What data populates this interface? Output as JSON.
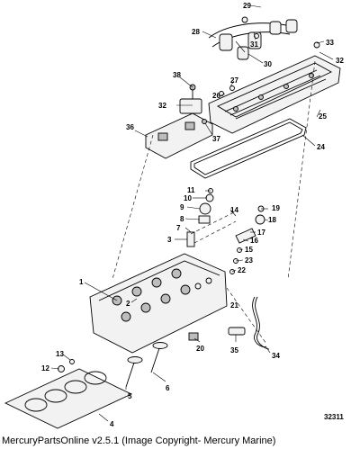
{
  "callouts": {
    "c1": "1",
    "c2": "2",
    "c3": "3",
    "c4": "4",
    "c5": "5",
    "c6": "6",
    "c7": "7",
    "c8": "8",
    "c9": "9",
    "c10": "10",
    "c11": "11",
    "c12": "12",
    "c13": "13",
    "c14": "14",
    "c15": "15",
    "c16": "16",
    "c17": "17",
    "c18": "18",
    "c19": "19",
    "c20": "20",
    "c21": "21",
    "c22": "22",
    "c23": "23",
    "c24": "24",
    "c25": "25",
    "c26": "26",
    "c27": "27",
    "c28": "28",
    "c29": "29",
    "c30": "30",
    "c31": "31",
    "c32a": "32",
    "c32b": "32",
    "c33": "33",
    "c35": "35",
    "c34": "34",
    "c36": "36",
    "c37": "37",
    "c38": "38"
  },
  "diagram_id": "32311",
  "footer": "MercuryPartsOnline v2.5.1 (Image Copyright- Mercury Marine)"
}
